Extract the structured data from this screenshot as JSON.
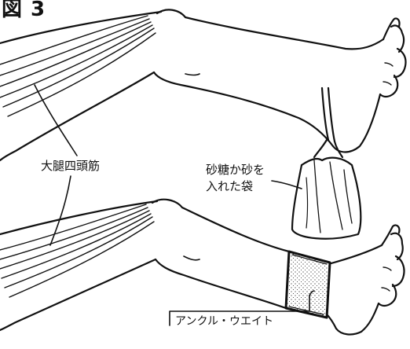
{
  "figure": {
    "title": "図 3",
    "muscle_label": "大腿四頭筋",
    "bag_label_line1": "砂糖か砂を",
    "bag_label_line2": "入れた袋",
    "weight_label": "アンクル・ウエイト"
  },
  "colors": {
    "ink": "#111111",
    "background": "#ffffff"
  }
}
